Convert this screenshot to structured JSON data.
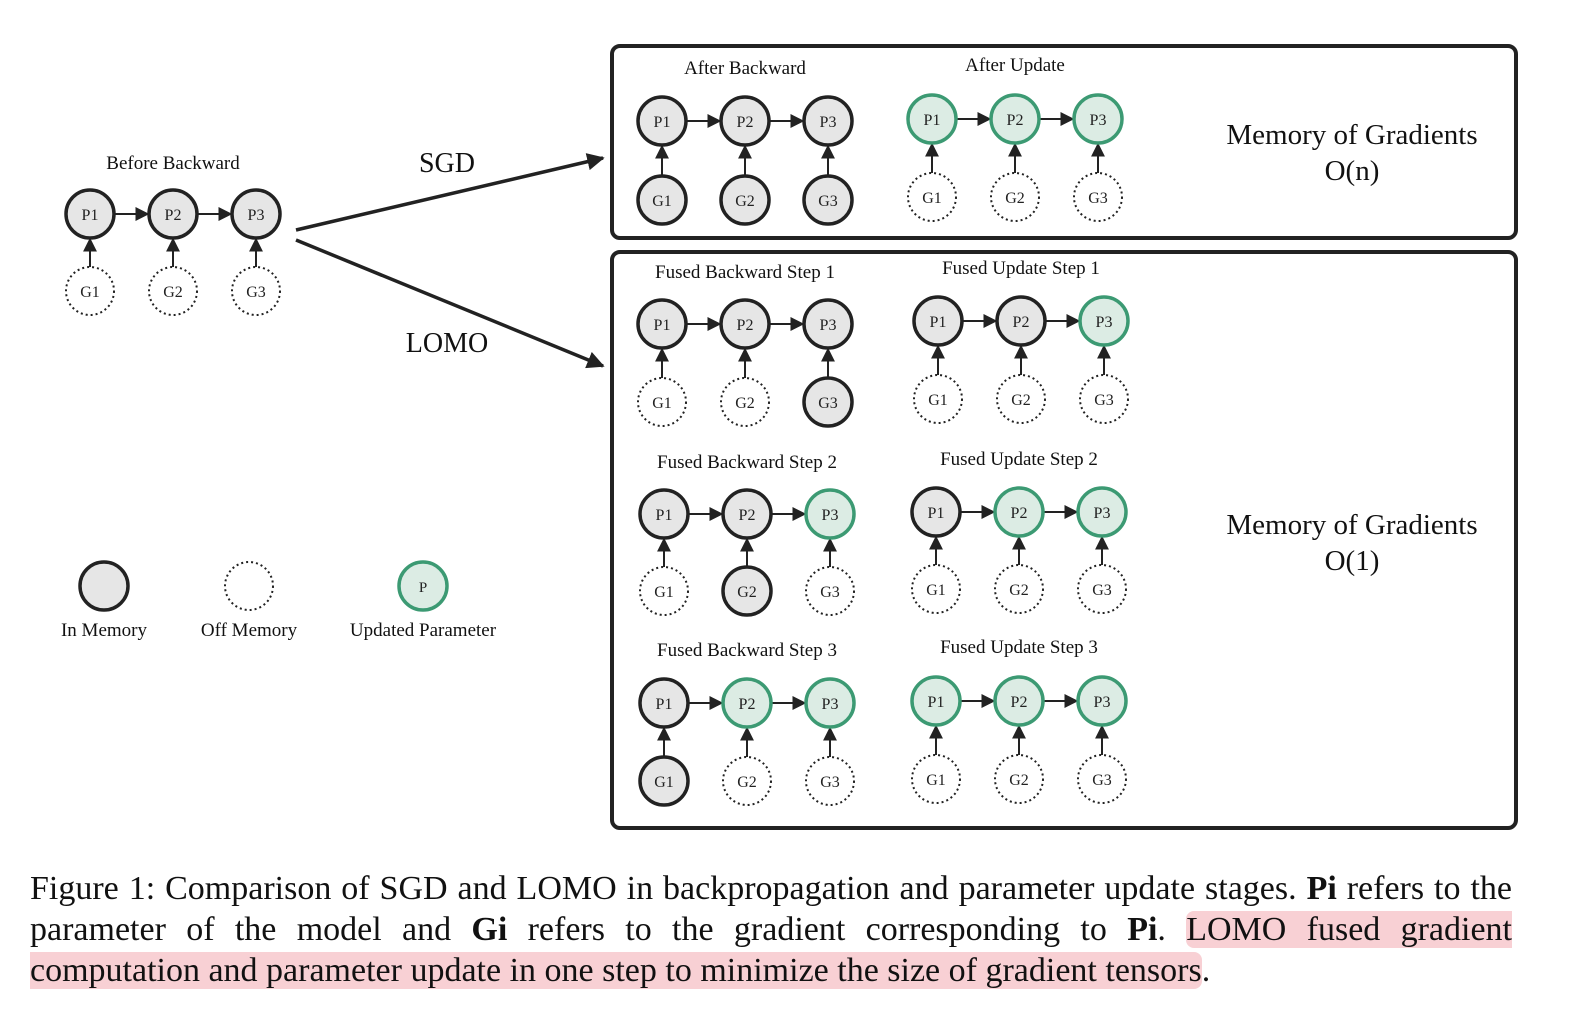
{
  "left_panel": {
    "title": "Before Backward",
    "params": [
      "P1",
      "P2",
      "P3"
    ],
    "grads": [
      "G1",
      "G2",
      "G3"
    ]
  },
  "arrows": {
    "sgd": "SGD",
    "lomo": "LOMO"
  },
  "sgd_box": {
    "stages": [
      {
        "title": "After Backward",
        "params": [
          "P1",
          "P2",
          "P3"
        ],
        "grads": [
          "G1",
          "G2",
          "G3"
        ]
      },
      {
        "title": "After Update",
        "params": [
          "P1",
          "P2",
          "P3"
        ],
        "grads": [
          "G1",
          "G2",
          "G3"
        ]
      }
    ],
    "memory_title": "Memory of Gradients",
    "memory_value": "O(n)"
  },
  "lomo_box": {
    "rows": [
      {
        "backward": {
          "title": "Fused Backward Step 1",
          "params": [
            "P1",
            "P2",
            "P3"
          ],
          "grads": [
            "G1",
            "G2",
            "G3"
          ]
        },
        "update": {
          "title": "Fused Update Step 1",
          "params": [
            "P1",
            "P2",
            "P3"
          ],
          "grads": [
            "G1",
            "G2",
            "G3"
          ]
        }
      },
      {
        "backward": {
          "title": "Fused Backward Step 2",
          "params": [
            "P1",
            "P2",
            "P3"
          ],
          "grads": [
            "G1",
            "G2",
            "G3"
          ]
        },
        "update": {
          "title": "Fused Update Step 2",
          "params": [
            "P1",
            "P2",
            "P3"
          ],
          "grads": [
            "G1",
            "G2",
            "G3"
          ]
        }
      },
      {
        "backward": {
          "title": "Fused Backward Step 3",
          "params": [
            "P1",
            "P2",
            "P3"
          ],
          "grads": [
            "G1",
            "G2",
            "G3"
          ]
        },
        "update": {
          "title": "Fused Update Step 3",
          "params": [
            "P1",
            "P2",
            "P3"
          ],
          "grads": [
            "G1",
            "G2",
            "G3"
          ]
        }
      }
    ],
    "memory_title": "Memory of Gradients",
    "memory_value": "O(1)"
  },
  "legend": {
    "in_memory": "In Memory",
    "off_memory": "Off Memory",
    "updated": "Updated Parameter",
    "updated_symbol": "P"
  },
  "caption": {
    "part1": "Figure 1: Comparison of SGD and LOMO in backpropagation and parameter update stages. ",
    "bold1": "Pi",
    "part2": " refers to the parameter of the model and ",
    "bold2": "Gi",
    "part3": " refers to the gradient corresponding to ",
    "bold3": "Pi",
    "part4": ". ",
    "highlight": "LOMO fused gradient computation and parameter update in one step to minimize the size of gradient tensors",
    "part5": "."
  },
  "colors": {
    "in_memory_fill": "#e6e6e6",
    "updated_fill": "#dcece4",
    "updated_stroke": "#3c9a73",
    "stroke": "#222222",
    "highlight": "#f3a5ad"
  }
}
